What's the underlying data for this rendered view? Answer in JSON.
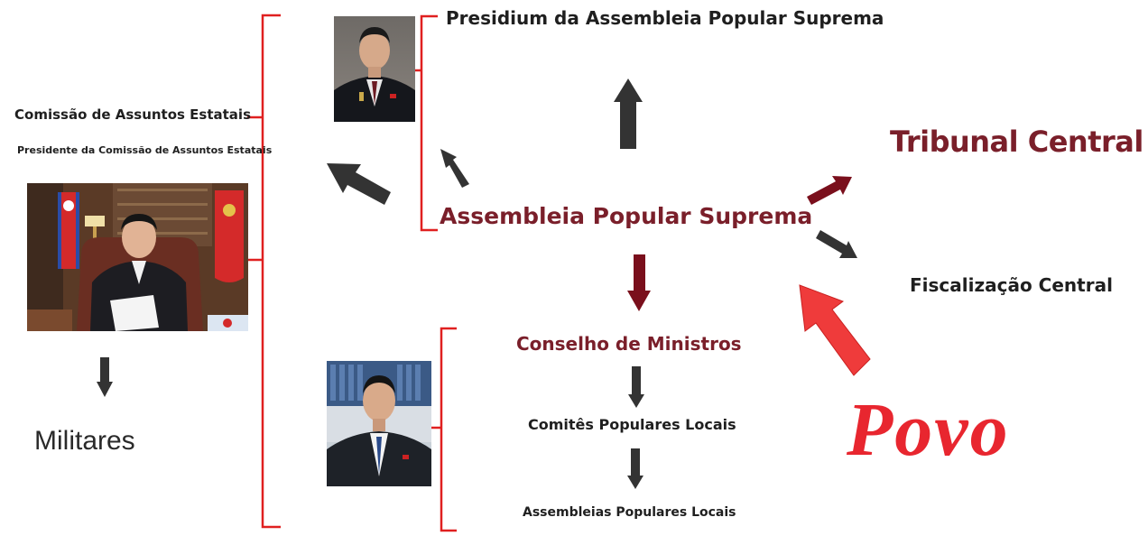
{
  "labels": {
    "presidium": "Presidium da Assembleia Popular Suprema",
    "comissao": "Comissão de Assuntos Estatais",
    "presidente": "Presidente da Comissão de Assuntos Estatais",
    "tribunal": "Tribunal Central",
    "assembleia": "Assembleia Popular Suprema",
    "fiscalizacao": "Fiscalização Central",
    "conselho": "Conselho de Ministros",
    "comites": "Comitês Populares Locais",
    "assembleias_locais": "Assembleias Populares Locais",
    "militares": "Militares",
    "povo": "Povo"
  },
  "colors": {
    "bracket_red": "#e02020",
    "arrow_dark": "#333333",
    "arrow_maroon": "#7a0f1c",
    "arrow_red": "#ef3b3b",
    "text_maroon": "#7a1f2a",
    "povo_red": "#e8262f"
  }
}
